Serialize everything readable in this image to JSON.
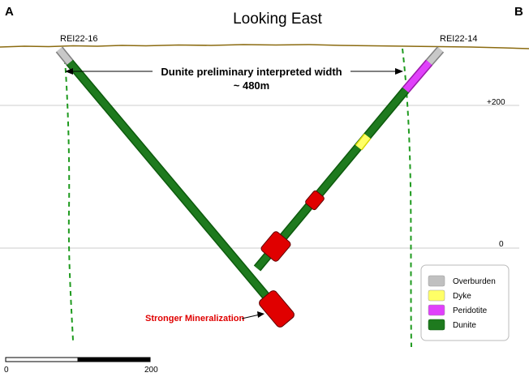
{
  "title": "Looking East",
  "corners": {
    "left": "A",
    "right": "B"
  },
  "drill_holes": [
    {
      "name": "REI22-16"
    },
    {
      "name": "REI22-14"
    }
  ],
  "elevations": [
    {
      "label": "+200"
    },
    {
      "label": "0"
    }
  ],
  "width_annotation": {
    "line1": "Dunite preliminary interpreted width",
    "line2": "~ 480m"
  },
  "mineralization_label": "Stronger Mineralization",
  "legend": [
    {
      "label": "Overburden",
      "color": "#c0c0c0"
    },
    {
      "label": "Dyke",
      "color": "#ffff66"
    },
    {
      "label": "Peridotite",
      "color": "#e040fb"
    },
    {
      "label": "Dunite",
      "color": "#1e7a1e"
    }
  ],
  "scale_bar": {
    "min_label": "0",
    "max_label": "200"
  },
  "colors": {
    "topography": "#8b6b10",
    "dunite": "#1e7a1e",
    "dunite_edge": "#0c5a0c",
    "boundary": "#1e9a1e",
    "mineralization": "#e00000",
    "gridline": "#cccccc"
  }
}
